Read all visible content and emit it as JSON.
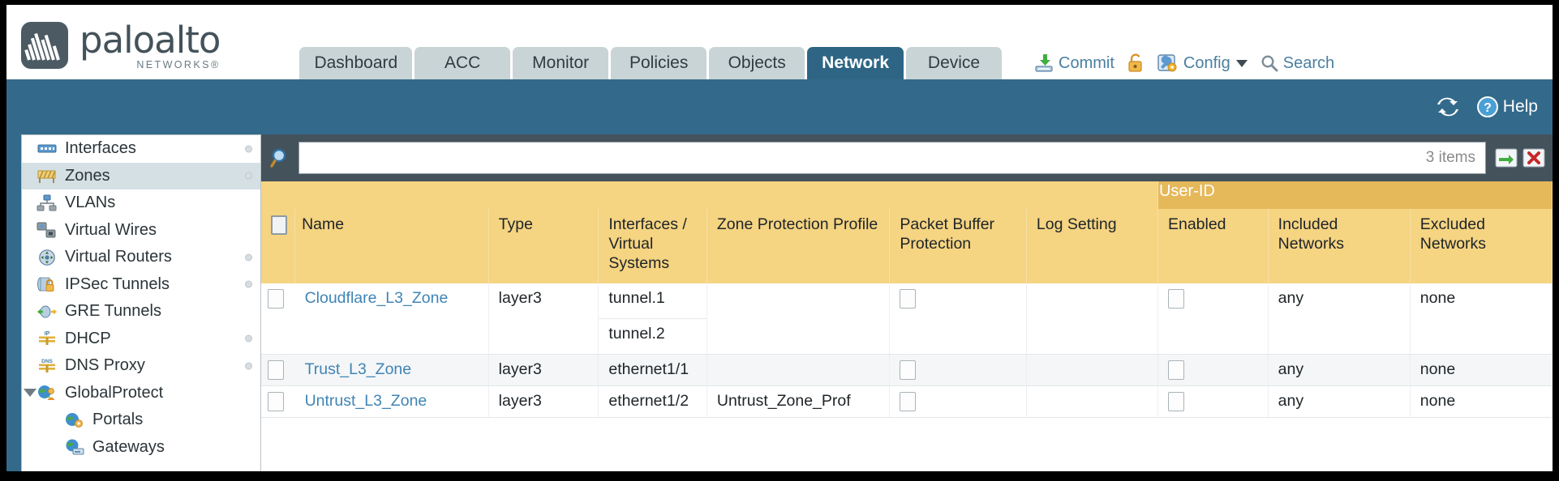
{
  "brand": {
    "name": "paloalto",
    "sub": "NETWORKS®",
    "logo_icon": "paloalto-logo-icon"
  },
  "nav": {
    "tabs": [
      {
        "label": "Dashboard",
        "active": false
      },
      {
        "label": "ACC",
        "active": false
      },
      {
        "label": "Monitor",
        "active": false
      },
      {
        "label": "Policies",
        "active": false
      },
      {
        "label": "Objects",
        "active": false
      },
      {
        "label": "Network",
        "active": true
      },
      {
        "label": "Device",
        "active": false
      }
    ]
  },
  "toolbar": {
    "commit_label": "Commit",
    "commit_icon": "commit-icon",
    "lock_icon": "padlock-icon",
    "config_label": "Config",
    "config_icon": "config-wrench-icon",
    "search_label": "Search",
    "search_icon": "search-magnifier-icon"
  },
  "blueband": {
    "refresh_icon": "refresh-icon",
    "help_label": "Help",
    "help_icon": "help-question-icon"
  },
  "sidebar": {
    "items": [
      {
        "label": "Interfaces",
        "icon": "interfaces-icon",
        "dot": true,
        "child": false,
        "selected": false,
        "expander": false
      },
      {
        "label": "Zones",
        "icon": "zones-icon",
        "dot": true,
        "child": false,
        "selected": true,
        "expander": false
      },
      {
        "label": "VLANs",
        "icon": "vlans-icon",
        "dot": false,
        "child": false,
        "selected": false,
        "expander": false
      },
      {
        "label": "Virtual Wires",
        "icon": "virtual-wires-icon",
        "dot": false,
        "child": false,
        "selected": false,
        "expander": false
      },
      {
        "label": "Virtual Routers",
        "icon": "virtual-routers-icon",
        "dot": true,
        "child": false,
        "selected": false,
        "expander": false
      },
      {
        "label": "IPSec Tunnels",
        "icon": "ipsec-tunnels-icon",
        "dot": true,
        "child": false,
        "selected": false,
        "expander": false
      },
      {
        "label": "GRE Tunnels",
        "icon": "gre-tunnels-icon",
        "dot": false,
        "child": false,
        "selected": false,
        "expander": false
      },
      {
        "label": "DHCP",
        "icon": "dhcp-icon",
        "dot": true,
        "child": false,
        "selected": false,
        "expander": false
      },
      {
        "label": "DNS Proxy",
        "icon": "dns-proxy-icon",
        "dot": true,
        "child": false,
        "selected": false,
        "expander": false
      },
      {
        "label": "GlobalProtect",
        "icon": "globalprotect-icon",
        "dot": false,
        "child": false,
        "selected": false,
        "expander": true
      },
      {
        "label": "Portals",
        "icon": "portals-icon",
        "dot": false,
        "child": true,
        "selected": false,
        "expander": false
      },
      {
        "label": "Gateways",
        "icon": "gateways-icon",
        "dot": false,
        "child": true,
        "selected": false,
        "expander": false
      }
    ]
  },
  "search": {
    "value": "",
    "placeholder": "",
    "items_count": "3 items",
    "apply_icon": "apply-arrow-icon",
    "clear_icon": "clear-x-icon",
    "magnifier_icon": "filter-magnifier-icon"
  },
  "table": {
    "group_header": {
      "label": "User-ID",
      "span": 3
    },
    "columns": [
      "Name",
      "Type",
      "Interfaces / Virtual Systems",
      "Zone Protection Profile",
      "Packet Buffer Protection",
      "Log Setting",
      "Enabled",
      "Included Networks",
      "Excluded Networks"
    ],
    "rows": [
      {
        "name": "Cloudflare_L3_Zone",
        "type": "layer3",
        "interfaces": [
          "tunnel.1",
          "tunnel.2"
        ],
        "zone_protection_profile": "",
        "packet_buffer_protection": false,
        "log_setting": "",
        "enabled": false,
        "included_networks": "any",
        "excluded_networks": "none",
        "selected": false
      },
      {
        "name": "Trust_L3_Zone",
        "type": "layer3",
        "interfaces": [
          "ethernet1/1"
        ],
        "zone_protection_profile": "",
        "packet_buffer_protection": false,
        "log_setting": "",
        "enabled": false,
        "included_networks": "any",
        "excluded_networks": "none",
        "selected": false
      },
      {
        "name": "Untrust_L3_Zone",
        "type": "layer3",
        "interfaces": [
          "ethernet1/2"
        ],
        "zone_protection_profile": "Untrust_Zone_Prof",
        "packet_buffer_protection": false,
        "log_setting": "",
        "enabled": false,
        "included_networks": "any",
        "excluded_networks": "none",
        "selected": false
      }
    ]
  },
  "colors": {
    "active_tab": "#2e6585",
    "band": "#336a8b",
    "header_amber": "#f5d482",
    "group_amber": "#e5b85a",
    "link_blue": "#3f84b5",
    "tab_inactive": "#c9d4d6"
  }
}
